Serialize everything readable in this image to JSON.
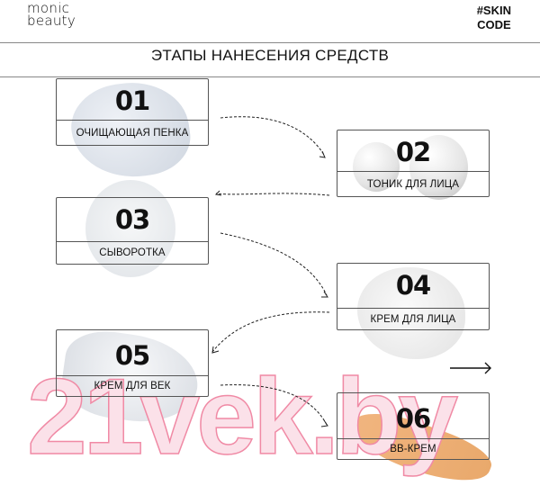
{
  "header": {
    "logo": [
      "monic",
      "beauty"
    ],
    "tag": [
      "#SKIN",
      "CODE"
    ]
  },
  "title": "ЭТАПЫ НАНЕСЕНИЯ СРЕДСТВ",
  "steps": [
    {
      "number": "01",
      "label": "ОЧИЩАЮЩАЯ ПЕНКА",
      "swatch": "#dfe4ec"
    },
    {
      "number": "02",
      "label": "ТОНИК ДЛЯ ЛИЦА",
      "swatch": "#eeeeee"
    },
    {
      "number": "03",
      "label": "СЫВОРОТКА",
      "swatch": "#eceff2"
    },
    {
      "number": "04",
      "label": "КРЕМ ДЛЯ ЛИЦА",
      "swatch": "#f1f1f1"
    },
    {
      "number": "05",
      "label": "КРЕМ ДЛЯ ВЕК",
      "swatch": "#e9ebef"
    },
    {
      "number": "06",
      "label": "ВВ-КРЕМ",
      "swatch": "#eeb27a"
    }
  ],
  "watermark": "21vek.by",
  "next_arrow_icon": "arrow-right-icon"
}
